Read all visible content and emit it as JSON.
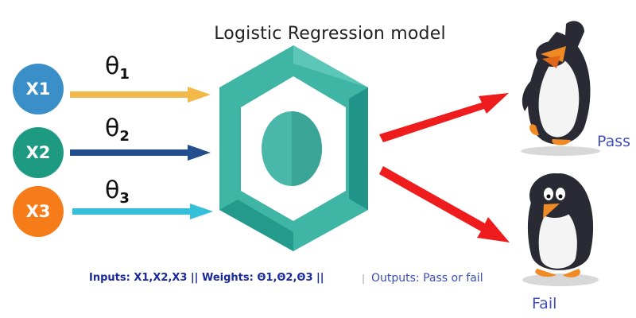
{
  "title": "Logistic Regression model",
  "inputs": [
    {
      "label": "X1",
      "color": "#3a8fc9"
    },
    {
      "label": "X2",
      "color": "#1f9a82"
    },
    {
      "label": "X3",
      "color": "#f57c18"
    }
  ],
  "weights": [
    {
      "symbol": "θ",
      "index": "1",
      "arrow_color": "#f2b84a"
    },
    {
      "symbol": "θ",
      "index": "2",
      "arrow_color": "#234f8f"
    },
    {
      "symbol": "θ",
      "index": "3",
      "arrow_color": "#36bfd8"
    }
  ],
  "model_icon": {
    "name": "hexagon-model-icon",
    "color": "#26a69a"
  },
  "output_arrow_color": "#ee1c1c",
  "outputs": [
    {
      "label": "Pass",
      "icon": "happy-penguin-icon"
    },
    {
      "label": "Fail",
      "icon": "sad-penguin-icon"
    }
  ],
  "caption": {
    "inputs_weights": "Inputs: X1,X2,X3 || Weights: Θ1,Θ2,Θ3 ||",
    "outputs": "Outputs: Pass or fail"
  }
}
